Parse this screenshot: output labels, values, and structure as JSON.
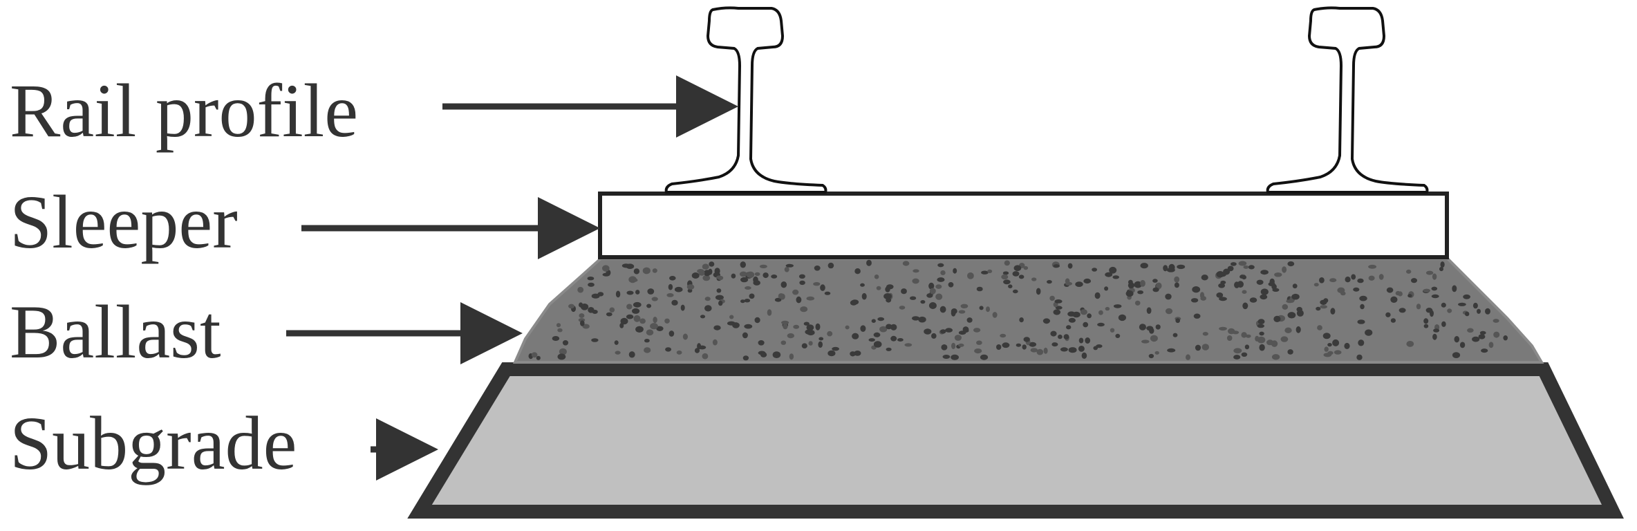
{
  "labels": {
    "rail_profile": "Rail profile",
    "sleeper": "Sleeper",
    "ballast": "Ballast",
    "subgrade": "Subgrade"
  },
  "colors": {
    "text": "#333333",
    "outline": "#333333",
    "sleeper_fill": "#ffffff",
    "ballast_fill": "#7a7a7a",
    "ballast_stone": "#3a3a3a",
    "subgrade_fill": "#c0c0c0",
    "rail_fill": "#ffffff"
  },
  "icons": {
    "rail": "rail-profile-icon",
    "stone": "ballast-stone-icon"
  }
}
